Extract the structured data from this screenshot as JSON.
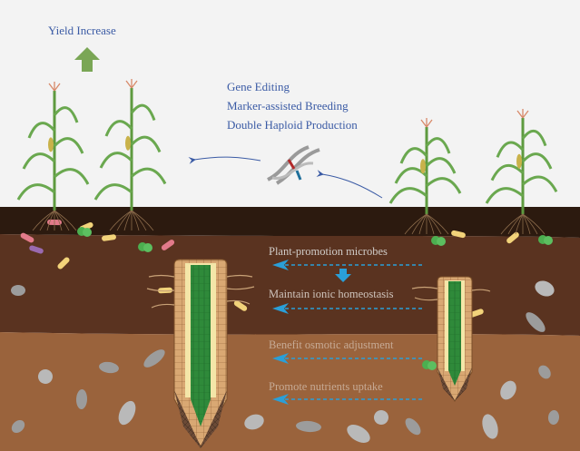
{
  "labels": {
    "yield": "Yield Increase",
    "methods": [
      "Gene Editing",
      "Marker-assisted Breeding",
      "Double Haploid Production"
    ],
    "mechanisms": [
      "Plant-promotion microbes",
      "Maintain ionic homeostasis",
      "Benefit osmotic adjustment",
      "Promote nutrients uptake"
    ]
  },
  "colors": {
    "sky": "#f3f3f3",
    "topsoil": "#2c1a0f",
    "midsoil": "#5a3320",
    "subsoil": "#9a633c",
    "text_blue": "#3b5ba5",
    "arrow_blue": "#2a9fd8",
    "plant_green": "#6aa84f",
    "yield_arrow": "#7aa655"
  }
}
